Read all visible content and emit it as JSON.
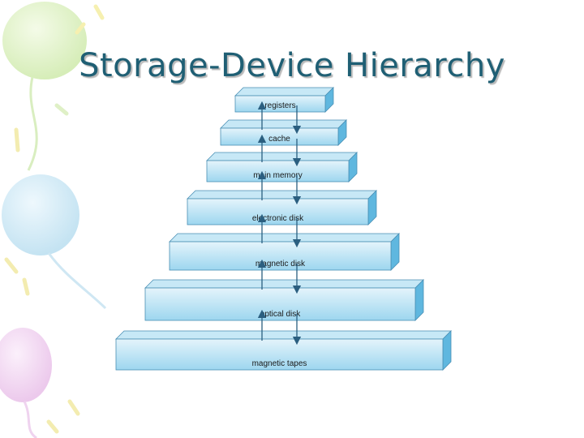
{
  "slide": {
    "title": "Storage-Device Hierarchy"
  },
  "hierarchy": {
    "levels": [
      "registers",
      "cache",
      "main memory",
      "electronic disk",
      "magnetic disk",
      "optical disk",
      "magnetic tapes"
    ]
  },
  "colors": {
    "title": "#1f5f74",
    "tier_front_top": "#e4f4fb",
    "tier_front_bottom": "#9dd6ef",
    "tier_top_face": "#c7e8f6",
    "tier_side_face": "#5fb7df",
    "outline": "#4a8fb4",
    "arrow": "#2b5f80"
  }
}
